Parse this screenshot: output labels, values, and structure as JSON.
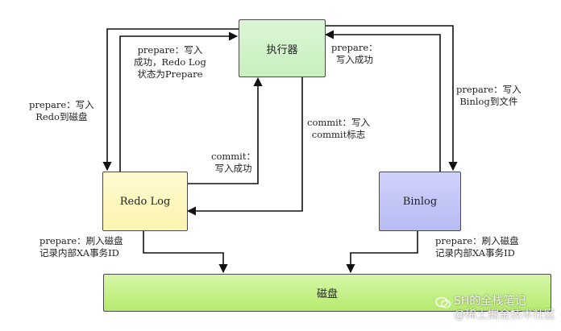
{
  "nodes": {
    "executor": "执行器",
    "redo_log": "Redo Log",
    "binlog": "Binlog",
    "disk": "磁盘"
  },
  "edges": {
    "redo_prepare_write": "prepare：写入\nRedo到磁盘",
    "redo_prepare_success": "prepare：写入\n成功，Redo Log\n状态为Prepare",
    "redo_commit_success": "commit：\n写入成功",
    "commit_write_flag": "commit：写入\ncommit标志",
    "binlog_prepare_success": "prepare：\n写入成功",
    "binlog_prepare_write": "prepare：写入\nBinlog到文件",
    "redo_flush_disk": "prepare：刷入磁盘\n记录内部XA事务ID",
    "binlog_flush_disk": "prepare：刷入磁盘\n记录内部XA事务ID"
  },
  "watermark": {
    "line1": "SH的全栈笔记",
    "line2": "@稀土掘金技术社区"
  }
}
